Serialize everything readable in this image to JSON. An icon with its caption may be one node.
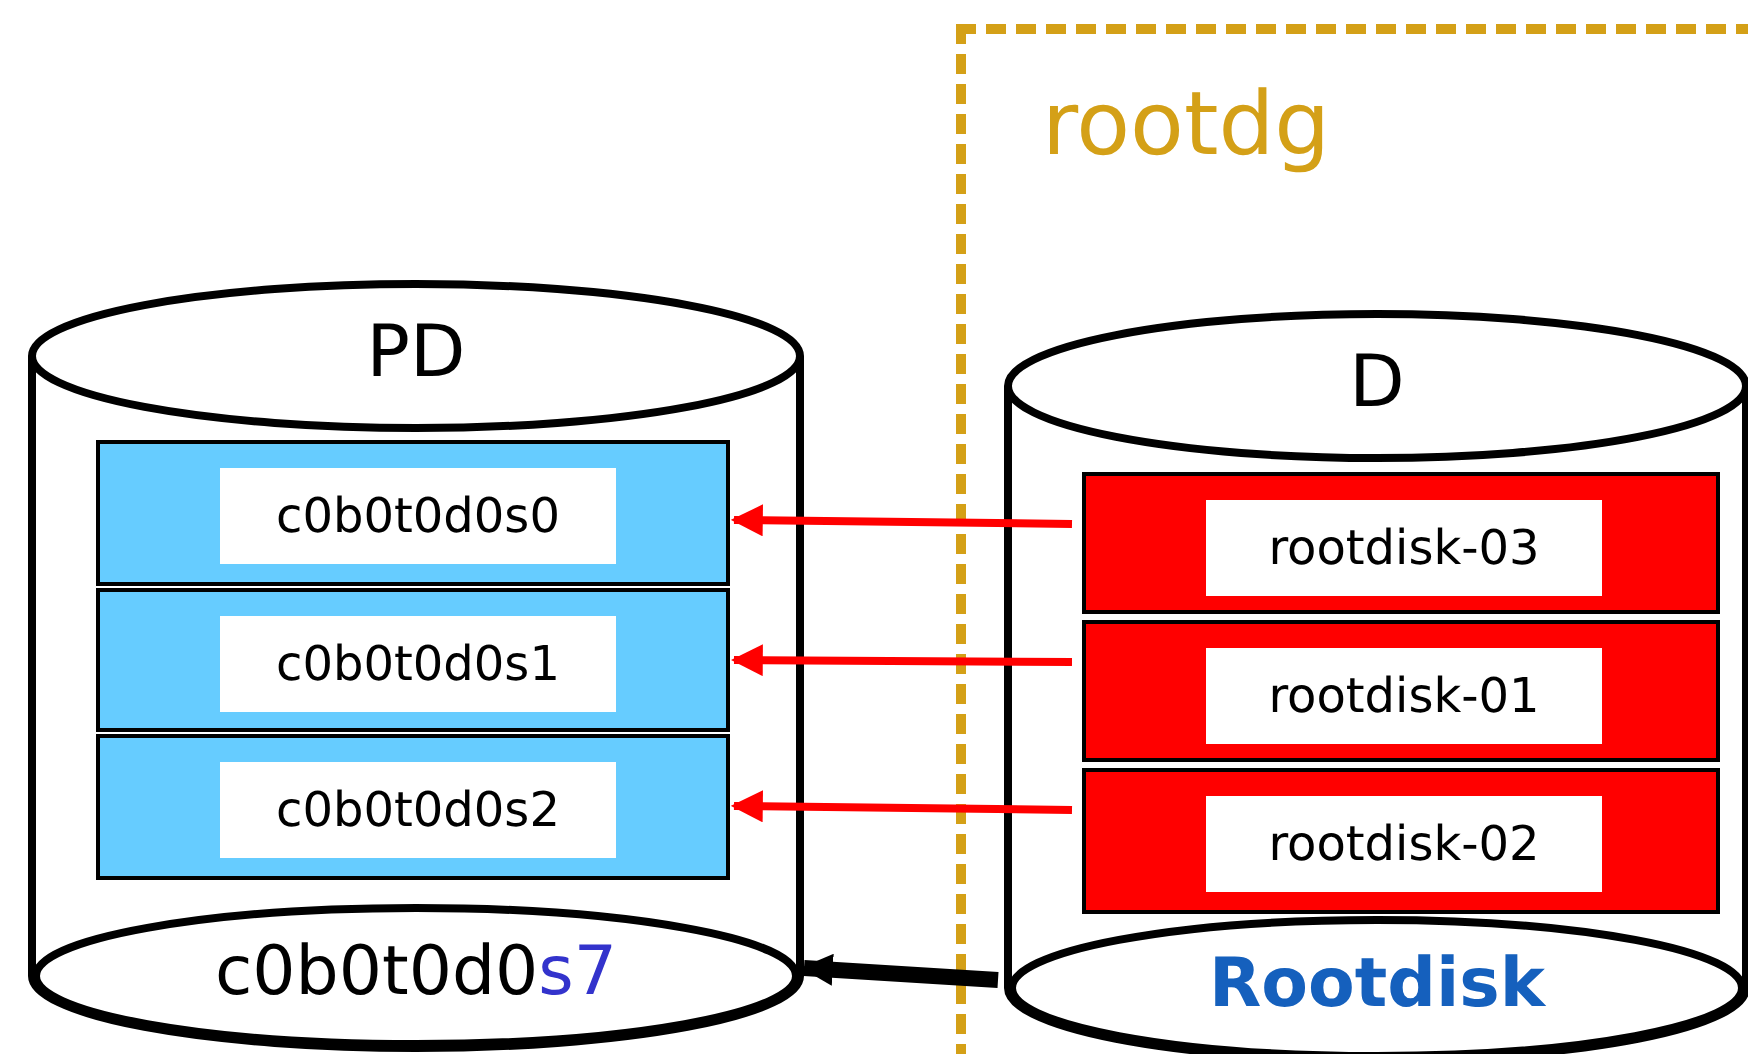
{
  "diagram": {
    "nodes": [
      {
        "text": [
          "rootdg"
        ]
      },
      {
        "text": [
          "PD"
        ]
      },
      {
        "text": [
          "c0b0t0d0s0"
        ],
        "in": 1
      },
      {
        "text": [
          "c0b0t0d0s1"
        ],
        "in": 1
      },
      {
        "text": [
          "c0b0t0d0s2"
        ],
        "in": 1
      },
      {
        "text": [
          "c0b0t0d0s7"
        ],
        "in": 1
      },
      {
        "text": [
          "D"
        ],
        "in": 0
      },
      {
        "text": [
          "rootdisk-03"
        ],
        "in": 6
      },
      {
        "text": [
          "rootdisk-01"
        ],
        "in": 6
      },
      {
        "text": [
          "rootdisk-02"
        ],
        "in": 6
      },
      {
        "text": [
          "Rootdisk"
        ],
        "in": 6
      }
    ],
    "edges": [
      {
        "from": 7,
        "to": 2,
        "arrow": "to"
      },
      {
        "from": 8,
        "to": 3,
        "arrow": "to"
      },
      {
        "from": 9,
        "to": 4,
        "arrow": "to"
      },
      {
        "from": 10,
        "to": 5,
        "arrow": "to",
        "color": "#000000",
        "style": "thick"
      }
    ]
  }
}
